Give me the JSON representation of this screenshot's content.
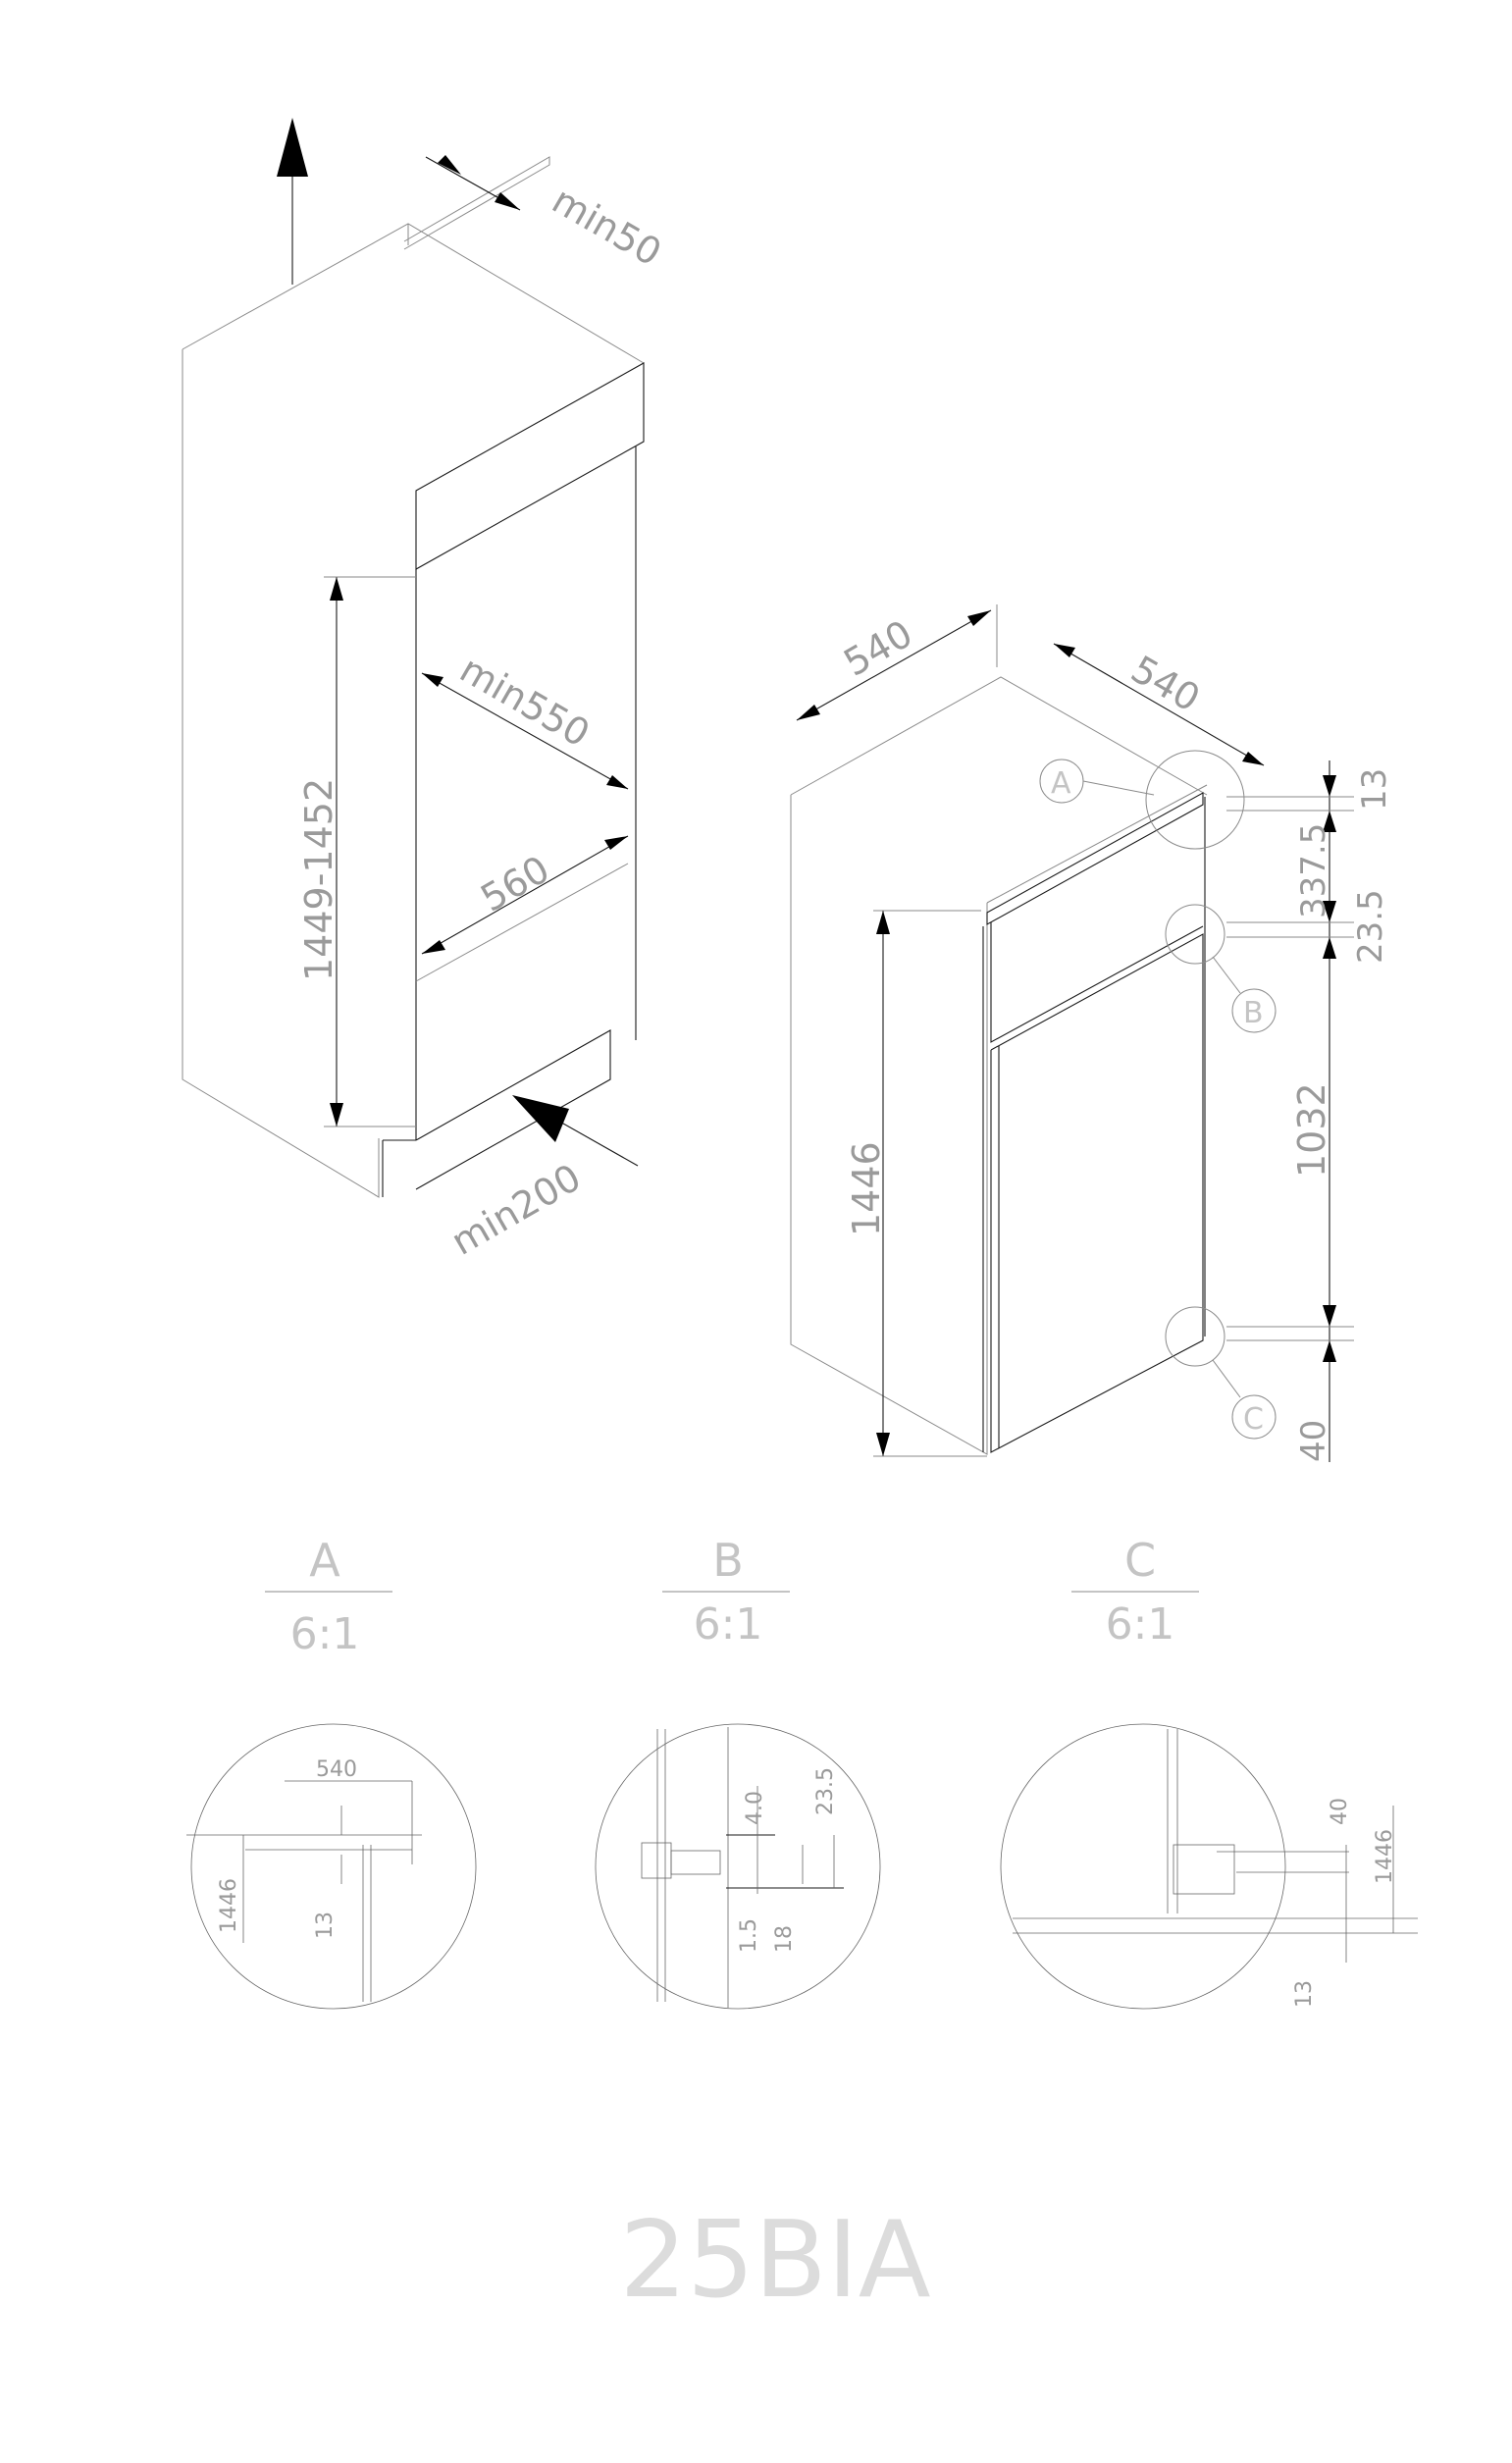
{
  "cabinet": {
    "dim_top_gap": "min50",
    "dim_niche_height": "1449-1452",
    "dim_depth": "min550",
    "dim_width": "560",
    "dim_bottom_vent": "min200"
  },
  "appliance": {
    "dim_top_depth": "540",
    "dim_top_width": "540",
    "dim_height": "1446",
    "dim_right_13": "13",
    "dim_right_337": "337.5",
    "dim_right_23": "23.5",
    "dim_right_1032": "1032",
    "dim_right_40": "40",
    "marker_a": "A",
    "marker_b": "B",
    "marker_c": "C"
  },
  "details": [
    {
      "letter": "A",
      "scale": "6:1",
      "dims": [
        "540",
        "1446",
        "13"
      ]
    },
    {
      "letter": "B",
      "scale": "6:1",
      "dims": [
        "4.0",
        "23.5",
        "1.5",
        "18"
      ]
    },
    {
      "letter": "C",
      "scale": "6:1",
      "dims": [
        "40",
        "1446",
        "13"
      ]
    }
  ],
  "model": "25BIA"
}
